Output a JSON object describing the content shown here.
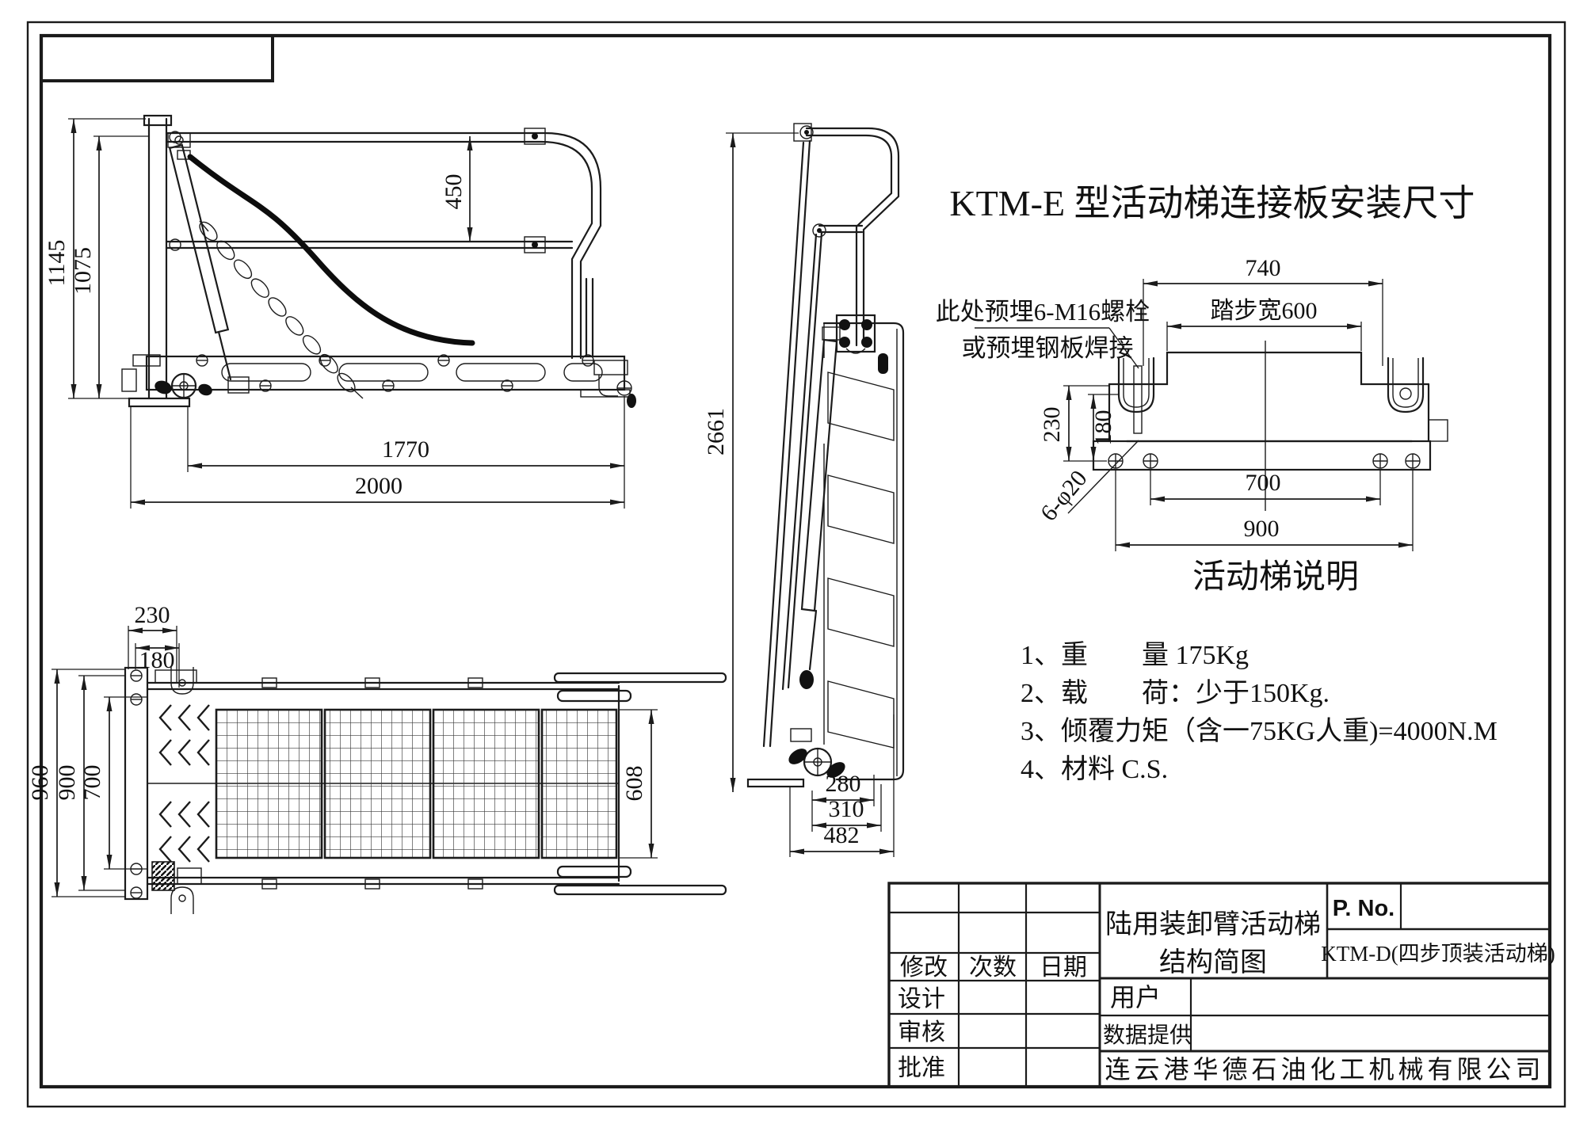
{
  "page": {
    "detail_title": "KTM-E 型活动梯连接板安装尺寸",
    "notes_heading": "活动梯说明",
    "notes": [
      "1、重　　量 175Kg",
      "2、载　　荷：少于150Kg.",
      "3、倾覆力矩（含一75KG人重)=4000N.M",
      "4、材料 C.S."
    ],
    "callout": {
      "line1": "此处预埋6-M16螺栓",
      "line2": "或预埋钢板焊接",
      "holes": "6-φ20"
    }
  },
  "dims": {
    "front": {
      "total_h": "1145",
      "inner_h": "1075",
      "rail_gap": "450",
      "inner_len": "1770",
      "total_len": "2000"
    },
    "side": {
      "height": "2661",
      "w280": "280",
      "w310": "310",
      "w482": "482"
    },
    "plate": {
      "outer_w": "740",
      "step_w": "踏步宽600",
      "h230": "230",
      "h180": "180",
      "bolt_inner": "700",
      "bolt_outer": "900"
    },
    "plan": {
      "t230": "230",
      "t180": "180",
      "l960": "960",
      "l900": "900",
      "l700": "700",
      "r608": "608"
    }
  },
  "title_block": {
    "col_modify": "修改",
    "col_times": "次数",
    "col_date": "日期",
    "row_design": "设计",
    "row_review": "审核",
    "row_approve": "批准",
    "title_line1": "陆用装卸臂活动梯",
    "title_line2": "结构简图",
    "pno": "P. No.",
    "model": "KTM-D(四步顶装活动梯)",
    "user": "用户",
    "data_provider": "数据提供",
    "company": "连云港华德石油化工机械有限公司"
  }
}
